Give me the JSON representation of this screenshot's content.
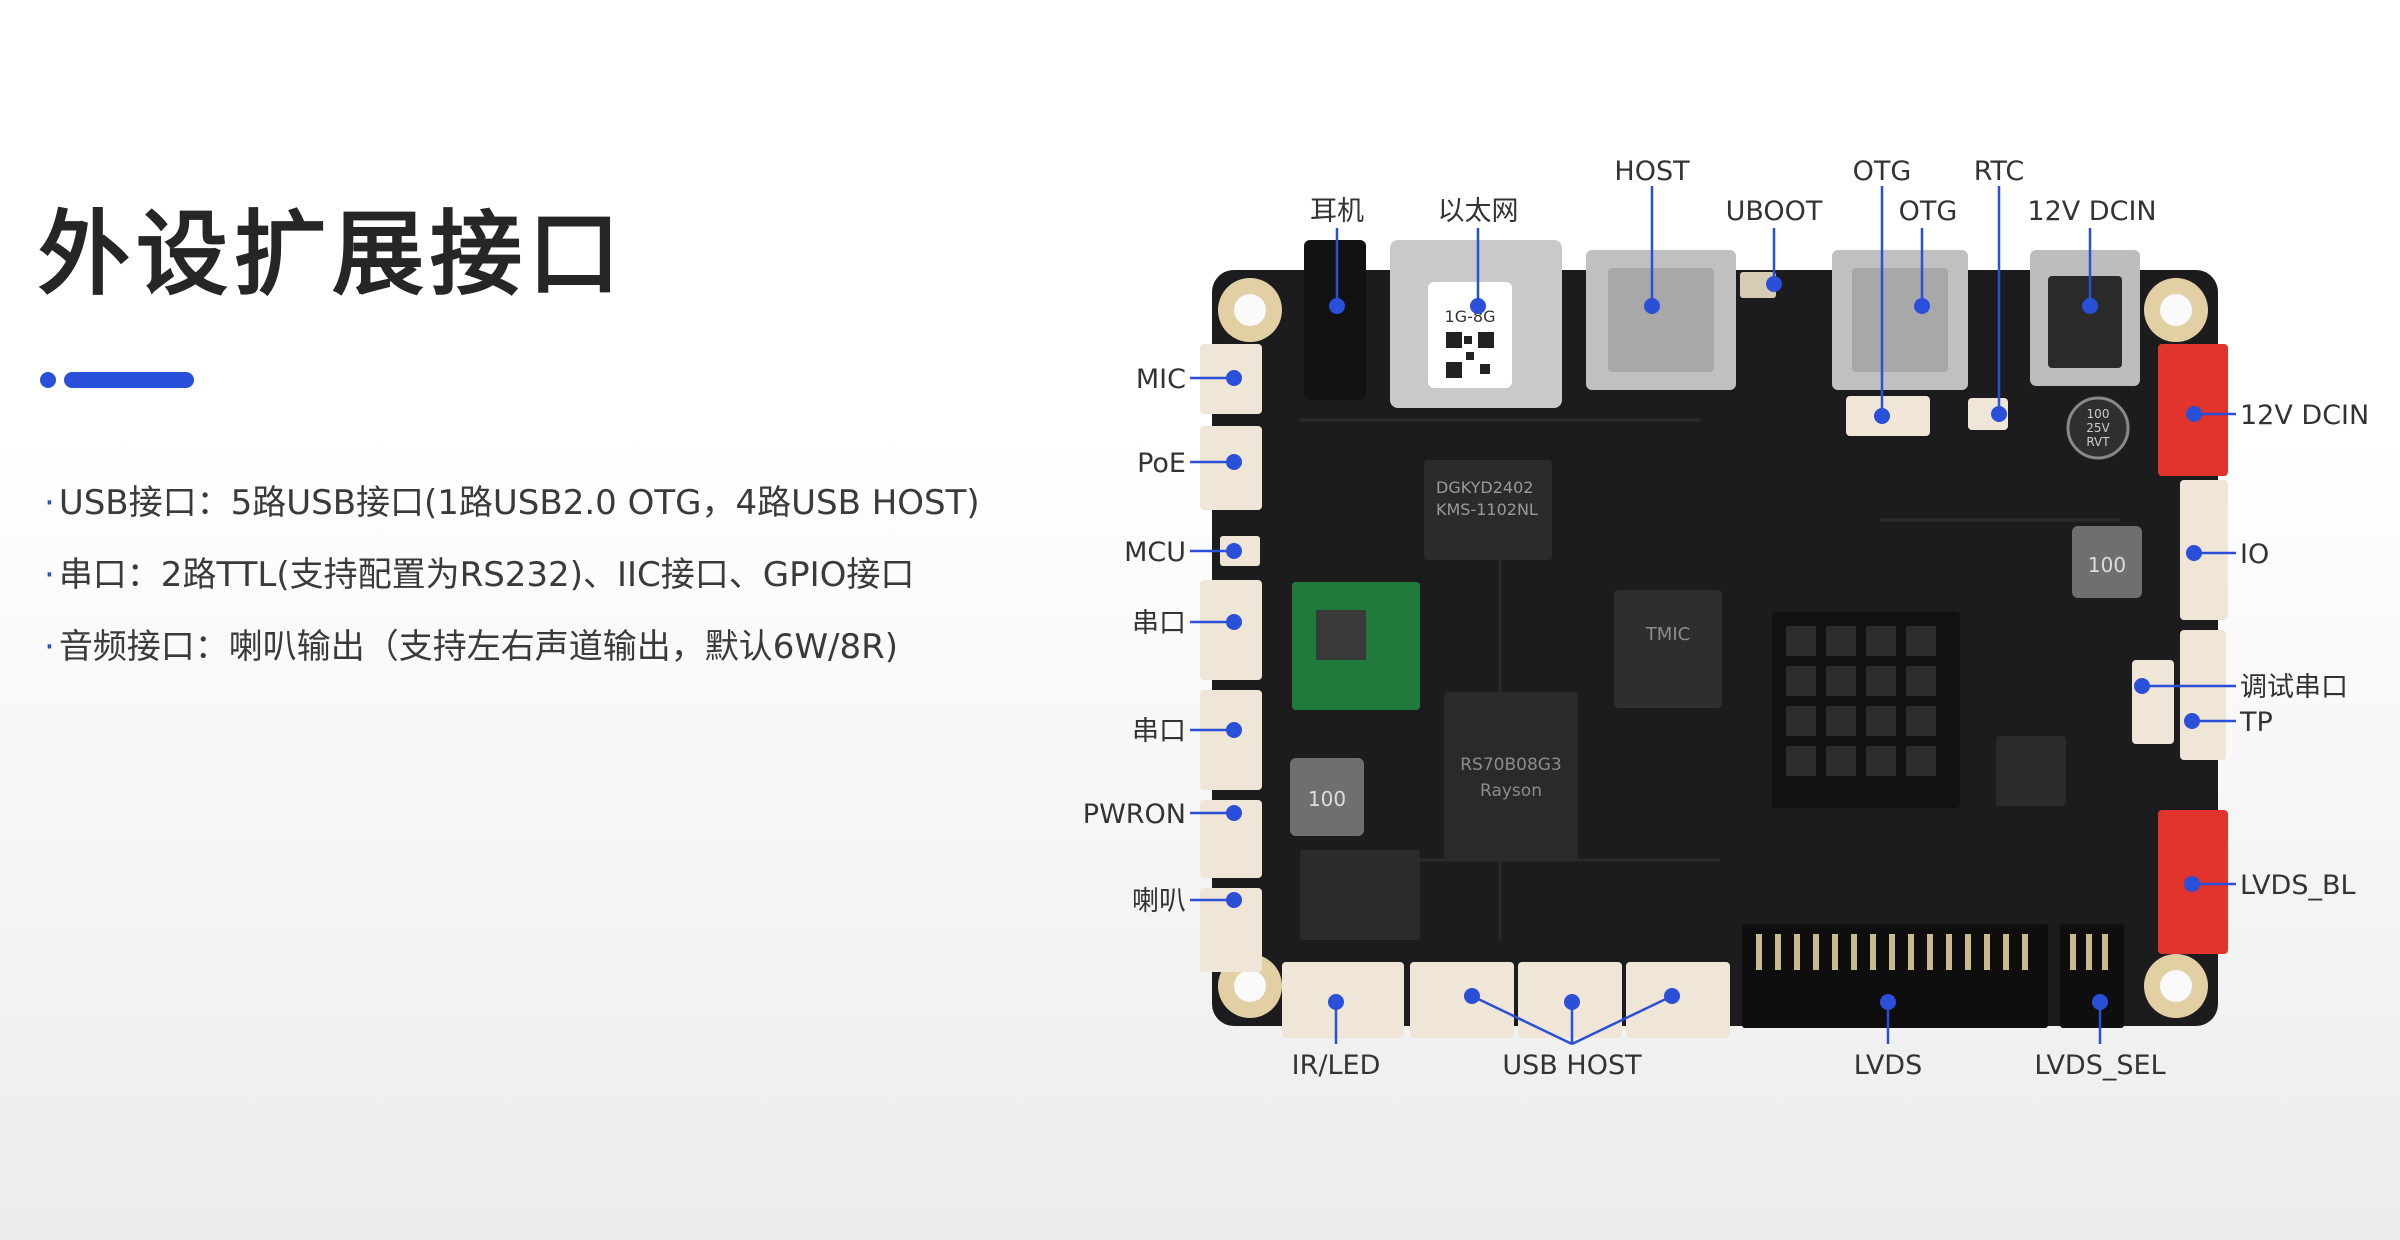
{
  "title": "外设扩展接口",
  "features": [
    "USB接口：5路USB接口(1路USB2.0 OTG，4路USB HOST)",
    "串口：2路TTL(支持配置为RS232)、IIC接口、GPIO接口",
    "音频接口：喇叭输出（支持左右声道输出，默认6W/8R)"
  ],
  "colors": {
    "accent": "#2a4fd8",
    "board": "#1c1c1e",
    "connector_red": "#e0342c"
  },
  "board_text": {
    "qr_label": "1G-8G",
    "magjack": [
      "DGKYD2402",
      "KMS-1102NL"
    ],
    "soc": "TMIC",
    "ram": [
      "RS70B08G3",
      "Rayson"
    ],
    "inductor": "100",
    "cap": [
      "100",
      "25V",
      "RVT"
    ]
  },
  "labels": {
    "headphone": "耳机",
    "ethernet": "以太网",
    "host": "HOST",
    "uboot": "UBOOT",
    "otg_top": "OTG",
    "otg": "OTG",
    "rtc": "RTC",
    "dcin_top": "12V DCIN",
    "mic": "MIC",
    "poe": "PoE",
    "mcu": "MCU",
    "uart1": "串口",
    "uart2": "串口",
    "pwron": "PWRON",
    "speaker": "喇叭",
    "dcin_right": "12V DCIN",
    "io": "IO",
    "debug_uart": "调试串口",
    "tp": "TP",
    "lvds_bl": "LVDS_BL",
    "ir_led": "IR/LED",
    "usb_host": "USB HOST",
    "lvds": "LVDS",
    "lvds_sel": "LVDS_SEL"
  }
}
